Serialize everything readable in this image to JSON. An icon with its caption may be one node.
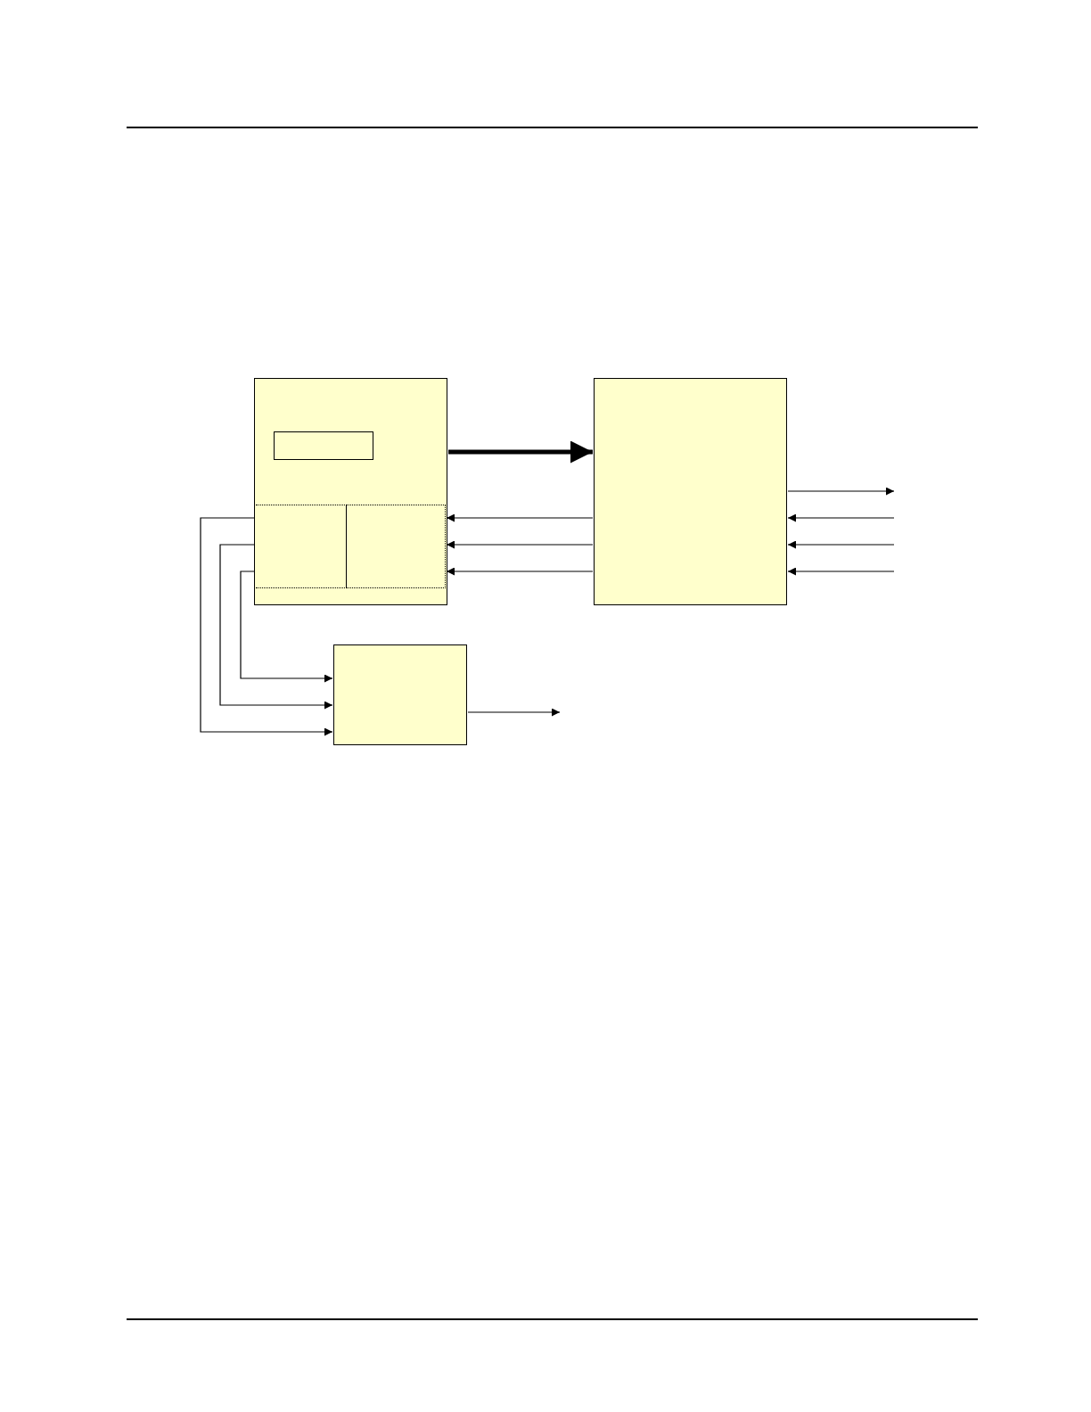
{
  "diagram": {
    "nodes": [
      {
        "text": [],
        "shape": "box"
      },
      {
        "text": [],
        "shape": "box",
        "in": 0
      },
      {
        "text": [],
        "shape": "box",
        "in": 0
      },
      {
        "text": [],
        "shape": "box",
        "in": 0
      },
      {
        "text": [],
        "shape": "box"
      },
      {
        "text": [],
        "shape": "box"
      }
    ],
    "edges": [
      {
        "from": 0,
        "to": 4,
        "arrow": "to",
        "style": "thick"
      },
      {
        "from": 4,
        "to": 3,
        "arrow": "to"
      },
      {
        "from": 4,
        "to": 3,
        "arrow": "to"
      },
      {
        "from": 4,
        "to": 3,
        "arrow": "to"
      },
      {
        "from": 4,
        "to": null,
        "arrow": "to"
      },
      {
        "from": null,
        "to": 4,
        "arrow": "to"
      },
      {
        "from": null,
        "to": 4,
        "arrow": "to"
      },
      {
        "from": null,
        "to": 4,
        "arrow": "to"
      },
      {
        "from": 2,
        "to": 5,
        "arrow": "to"
      },
      {
        "from": 2,
        "to": 5,
        "arrow": "to"
      },
      {
        "from": 2,
        "to": 5,
        "arrow": "to"
      },
      {
        "from": 5,
        "to": null,
        "arrow": "to"
      }
    ]
  }
}
